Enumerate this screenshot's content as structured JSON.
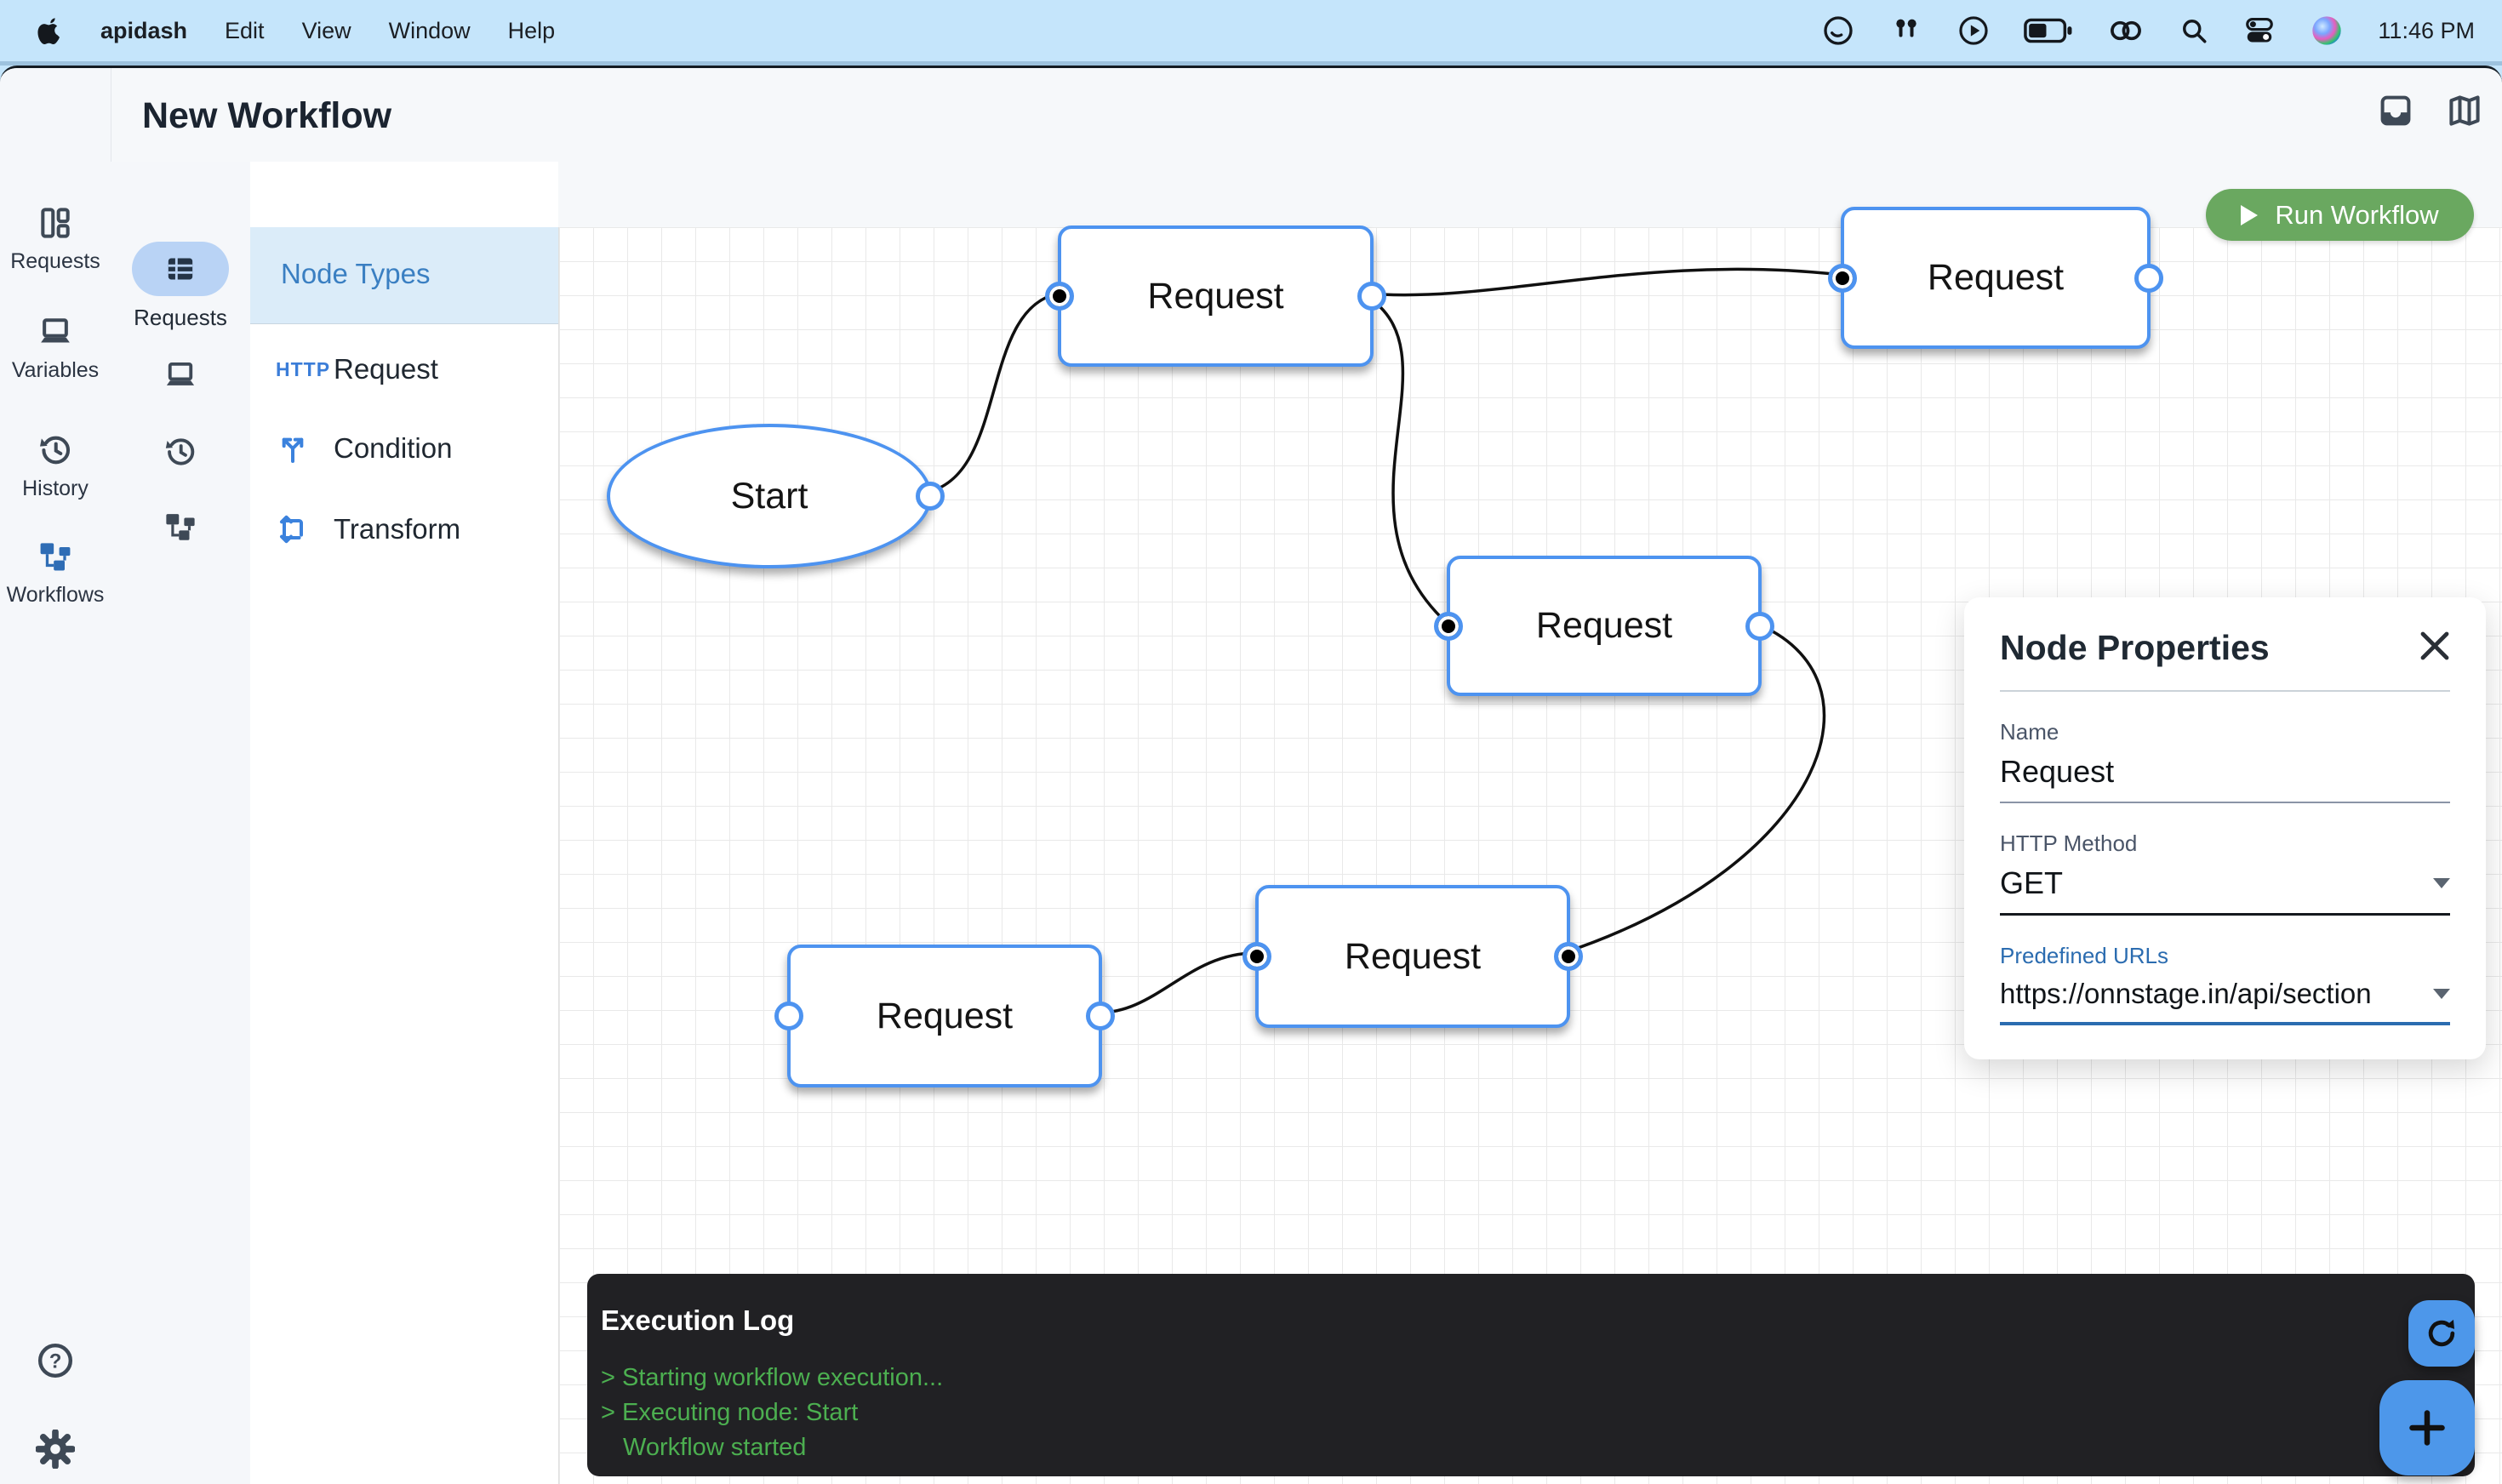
{
  "menu_bar": {
    "app_name": "apidash",
    "menus": [
      "Edit",
      "View",
      "Window",
      "Help"
    ],
    "time": "11:46 PM",
    "status_icons": [
      "creative-cloud",
      "airpods",
      "play-circle",
      "battery",
      "linked-rings",
      "search",
      "control-center",
      "siri"
    ]
  },
  "titlebar": {
    "title": "New Workflow"
  },
  "nav_rail": {
    "items": [
      {
        "label": "Requests"
      },
      {
        "label": "Variables"
      },
      {
        "label": "History"
      },
      {
        "label": "Workflows"
      }
    ]
  },
  "tool_rail": {
    "selected_label": "Requests"
  },
  "node_types": {
    "title": "Node Types",
    "items": [
      {
        "badge": "HTTP",
        "label": "Request"
      },
      {
        "label": "Condition"
      },
      {
        "label": "Transform"
      }
    ]
  },
  "canvas": {
    "nodes": [
      {
        "label": "Start"
      },
      {
        "label": "Request"
      },
      {
        "label": "Request"
      },
      {
        "label": "Request"
      },
      {
        "label": "Request"
      },
      {
        "label": "Request"
      }
    ],
    "run_button": "Run Workflow"
  },
  "node_properties": {
    "title": "Node Properties",
    "name_label": "Name",
    "name_value": "Request",
    "method_label": "HTTP Method",
    "method_value": "GET",
    "urls_label": "Predefined URLs",
    "urls_value": "https://onnstage.in/api/section"
  },
  "execution_log": {
    "title": "Execution Log",
    "lines": [
      "> Starting workflow execution...",
      "> Executing node: Start",
      "Workflow started"
    ]
  },
  "colors": {
    "accent_blue": "#4d93f0",
    "run_green": "#6aa860",
    "log_green": "#4caf50",
    "fab_blue": "#4d97ea",
    "menubar_blue": "#c5e5fb",
    "selected_pill": "#b9d3f5",
    "node_types_header": "#dbecf9"
  }
}
